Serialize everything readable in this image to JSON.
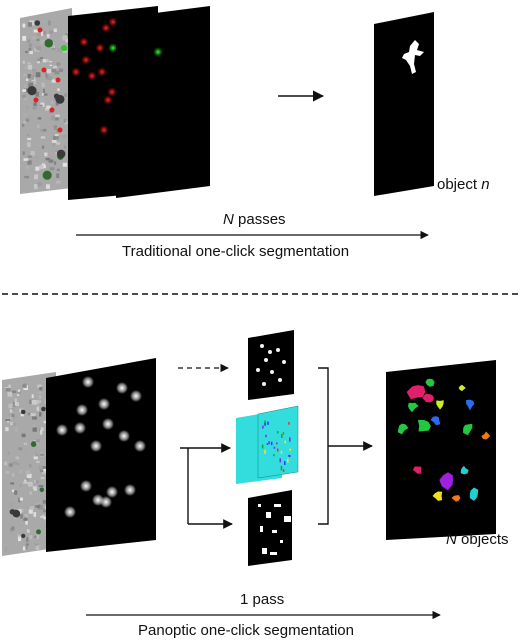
{
  "top": {
    "result_label_prefix": "object ",
    "result_label_var": "n",
    "passes_var": "N",
    "passes_suffix": " passes",
    "caption": "Traditional one-click segmentation"
  },
  "bottom": {
    "result_label_var": "N",
    "result_label_suffix": " objects",
    "passes_text": "1 pass",
    "caption": "Panoptic one-click segmentation"
  },
  "colors": {
    "click_positive": "#22cc22",
    "click_negative": "#dd2222",
    "heatmap_blob": "#f2f2f2",
    "offset_map": "#33dddd",
    "mask": "#000000",
    "instance_palette": [
      "#e0206a",
      "#22c840",
      "#2a6cf0",
      "#a020e0",
      "#f0e020",
      "#f07a10",
      "#20d0d0",
      "#c8f028"
    ]
  }
}
